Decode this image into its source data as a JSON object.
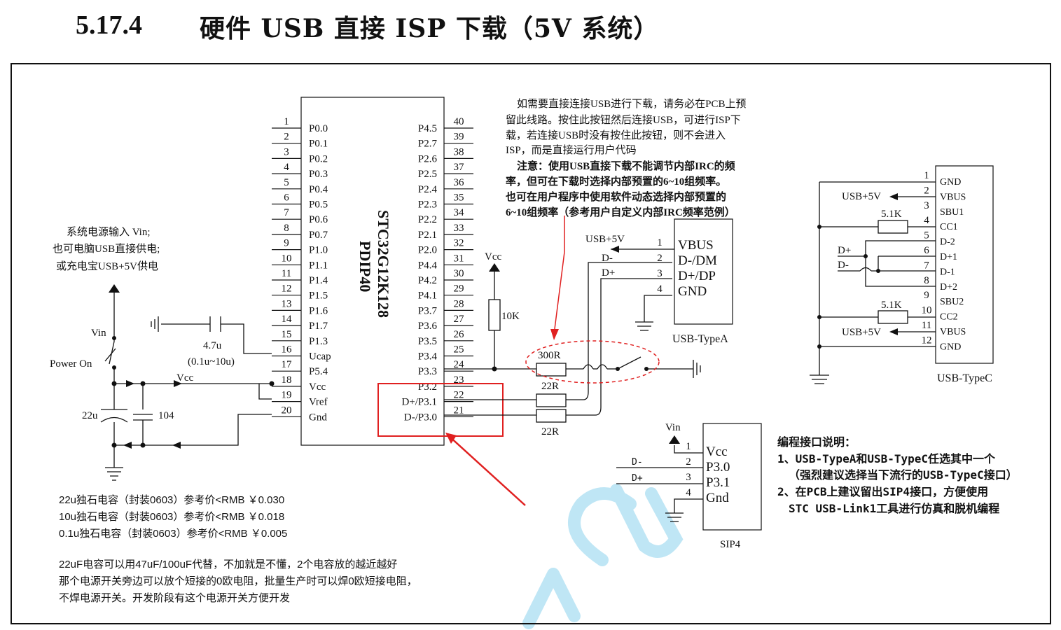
{
  "heading": {
    "number": "5.17.4",
    "title": "硬件 USB 直接 ISP 下载（5V 系统）"
  },
  "chip": {
    "name": "STC32G12K128",
    "package": "PDIP40",
    "left_pins": [
      {
        "num": "1",
        "label": "P0.0"
      },
      {
        "num": "2",
        "label": "P0.1"
      },
      {
        "num": "3",
        "label": "P0.2"
      },
      {
        "num": "4",
        "label": "P0.3"
      },
      {
        "num": "5",
        "label": "P0.4"
      },
      {
        "num": "6",
        "label": "P0.5"
      },
      {
        "num": "7",
        "label": "P0.6"
      },
      {
        "num": "8",
        "label": "P0.7"
      },
      {
        "num": "9",
        "label": "P1.0"
      },
      {
        "num": "10",
        "label": "P1.1"
      },
      {
        "num": "11",
        "label": "P1.4"
      },
      {
        "num": "12",
        "label": "P1.5"
      },
      {
        "num": "13",
        "label": "P1.6"
      },
      {
        "num": "14",
        "label": "P1.7"
      },
      {
        "num": "15",
        "label": "P1.3"
      },
      {
        "num": "16",
        "label": "Ucap"
      },
      {
        "num": "17",
        "label": "P5.4"
      },
      {
        "num": "18",
        "label": "Vcc"
      },
      {
        "num": "19",
        "label": "Vref"
      },
      {
        "num": "20",
        "label": "Gnd"
      }
    ],
    "right_pins": [
      {
        "num": "40",
        "label": "P4.5"
      },
      {
        "num": "39",
        "label": "P2.7"
      },
      {
        "num": "38",
        "label": "P2.6"
      },
      {
        "num": "37",
        "label": "P2.5"
      },
      {
        "num": "36",
        "label": "P2.4"
      },
      {
        "num": "35",
        "label": "P2.3"
      },
      {
        "num": "34",
        "label": "P2.2"
      },
      {
        "num": "33",
        "label": "P2.1"
      },
      {
        "num": "32",
        "label": "P2.0"
      },
      {
        "num": "31",
        "label": "P4.4"
      },
      {
        "num": "30",
        "label": "P4.2"
      },
      {
        "num": "29",
        "label": "P4.1"
      },
      {
        "num": "28",
        "label": "P3.7"
      },
      {
        "num": "27",
        "label": "P3.6"
      },
      {
        "num": "26",
        "label": "P3.5"
      },
      {
        "num": "25",
        "label": "P3.4"
      },
      {
        "num": "24",
        "label": "P3.3"
      },
      {
        "num": "23",
        "label": "P3.2"
      },
      {
        "num": "22",
        "label": "D+/P3.1"
      },
      {
        "num": "21",
        "label": "D-/P3.0"
      }
    ]
  },
  "power_note": [
    "系统电源输入 Vin;",
    "也可电脑USB直接供电;",
    "或充电宝USB+5V供电"
  ],
  "power": {
    "vin": "Vin",
    "power_on": "Power On",
    "vcc": "Vcc",
    "cap_22u": "22u",
    "cap_104": "104",
    "cap_ucap": "4.7u",
    "cap_ucap_range": "(0.1u~10u)"
  },
  "pullup": {
    "vcc": "Vcc",
    "res": "10K"
  },
  "resistors": {
    "r300": "300R",
    "r22a": "22R",
    "r22b": "22R"
  },
  "red_note": [
    "如需要直接连接USB进行下载，请务必在PCB上预",
    "留此线路。按住此按钮然后连接USB，可进行ISP下",
    "载，若连接USB时没有按住此按钮，则不会进入",
    "ISP，而是直接运行用户代码"
  ],
  "blue_note": [
    "注意：使用USB直接下载不能调节内部IRC的频",
    "率，但可在下载时选择内部预置的6~10组频率。",
    "也可在用户程序中使用软件动态选择内部预置的",
    "6~10组频率（参考用户自定义内部IRC频率范例）"
  ],
  "usb_a": {
    "name": "USB-TypeA",
    "usb5v": "USB+5V",
    "dminus": "D-",
    "dplus": "D+",
    "pins": [
      {
        "num": "1",
        "label": "VBUS"
      },
      {
        "num": "2",
        "label": "D-/DM"
      },
      {
        "num": "3",
        "label": "D+/DP"
      },
      {
        "num": "4",
        "label": "GND"
      }
    ]
  },
  "usb_c": {
    "name": "USB-TypeC",
    "usb5v_top": "USB+5V",
    "usb5v_bottom": "USB+5V",
    "r_top": "5.1K",
    "r_bottom": "5.1K",
    "dplus": "D+",
    "dminus": "D-",
    "pins": [
      {
        "num": "1",
        "label": "GND"
      },
      {
        "num": "2",
        "label": "VBUS"
      },
      {
        "num": "3",
        "label": "SBU1"
      },
      {
        "num": "4",
        "label": "CC1"
      },
      {
        "num": "5",
        "label": "D-2"
      },
      {
        "num": "6",
        "label": "D+1"
      },
      {
        "num": "7",
        "label": "D-1"
      },
      {
        "num": "8",
        "label": "D+2"
      },
      {
        "num": "9",
        "label": "SBU2"
      },
      {
        "num": "10",
        "label": "CC2"
      },
      {
        "num": "11",
        "label": "VBUS"
      },
      {
        "num": "12",
        "label": "GND"
      }
    ]
  },
  "sip4": {
    "name": "SIP4",
    "vin": "Vin",
    "dminus": "D-",
    "dplus": "D+",
    "pins": [
      {
        "num": "1",
        "label": "Vcc"
      },
      {
        "num": "2",
        "label": "P3.0"
      },
      {
        "num": "3",
        "label": "P3.1"
      },
      {
        "num": "4",
        "label": "Gnd"
      }
    ]
  },
  "prog_note": {
    "title": "编程接口说明：",
    "line1": "1、USB-TypeA和USB-TypeC任选其中一个",
    "line2": "（强烈建议选择当下流行的USB-TypeC接口）",
    "line3": "2、在PCB上建议留出SIP4接口，方便使用",
    "line4": "STC USB-Link1工具进行仿真和脱机编程"
  },
  "prices": [
    "22u独石电容（封装0603）参考价<RMB ￥0.030",
    "10u独石电容（封装0603）参考价<RMB ￥0.018",
    "0.1u独石电容（封装0603）参考价<RMB ￥0.005"
  ],
  "bottom_note": [
    "22uF电容可以用47uF/100uF代替，不加就是不懂，2个电容放的越近越好",
    "那个电源开关旁边可以放个短接的0欧电阻，批量生产时可以焊0欧短接电阻，",
    "不焊电源开关。开发阶段有这个电源开关方便开发"
  ],
  "colors": {
    "red": "#e02020",
    "blue": "#1428c8",
    "line": "#111111",
    "watermark": "#bfe6f5"
  }
}
